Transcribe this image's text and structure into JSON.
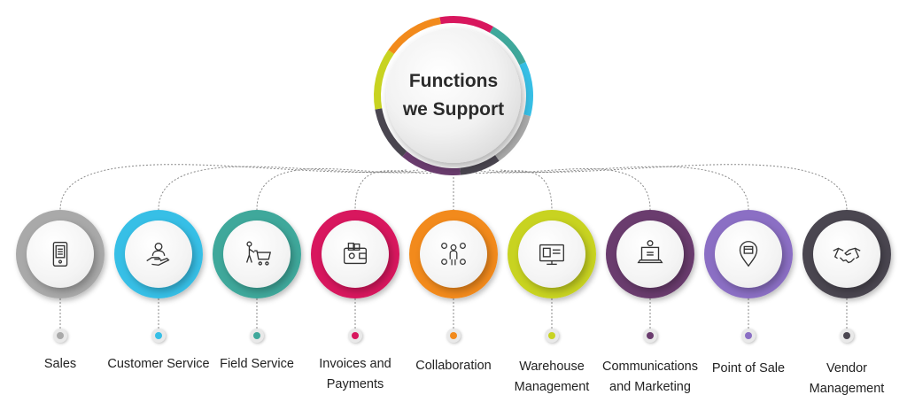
{
  "hub": {
    "title_line1": "Functions",
    "title_line2": "we Support"
  },
  "nodes": [
    {
      "line1": "Sales",
      "line2": "",
      "color": "#a9a9a9",
      "icon": "mobile-pos-icon"
    },
    {
      "line1": "Customer Service",
      "line2": "",
      "color": "#37bfe6",
      "icon": "customer-hand-icon"
    },
    {
      "line1": "Field Service",
      "line2": "",
      "color": "#3fa89b",
      "icon": "shopping-cart-person-icon"
    },
    {
      "line1": "Invoices and",
      "line2": "Payments",
      "color": "#d8175e",
      "icon": "wallet-icon"
    },
    {
      "line1": "Collaboration",
      "line2": "",
      "color": "#f28a1c",
      "icon": "collaboration-icon"
    },
    {
      "line1": "Warehouse",
      "line2": "Management",
      "color": "#c8d321",
      "icon": "monitor-icon"
    },
    {
      "line1": "Communications",
      "line2": "and Marketing",
      "color": "#6a3c6e",
      "icon": "laptop-user-icon"
    },
    {
      "line1": "Point of Sale",
      "line2": "",
      "color": "#8b6fc4",
      "icon": "location-pin-icon"
    },
    {
      "line1": "Vendor",
      "line2": "Management",
      "color": "#4a4650",
      "icon": "handshake-icon"
    }
  ]
}
